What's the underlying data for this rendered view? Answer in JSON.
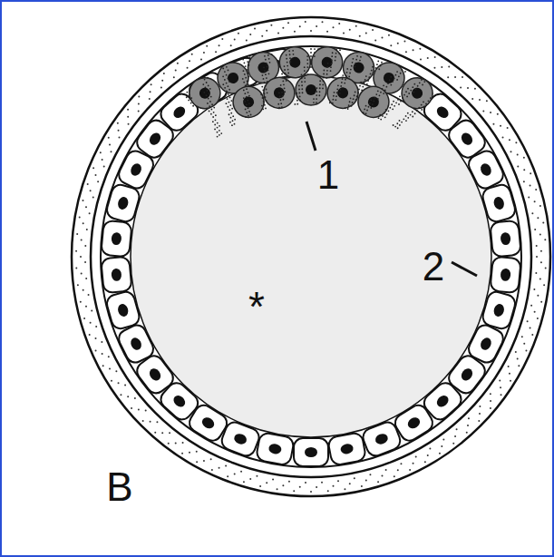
{
  "diagram": {
    "labels": [
      "1",
      "2",
      "*",
      "B"
    ]
  }
}
